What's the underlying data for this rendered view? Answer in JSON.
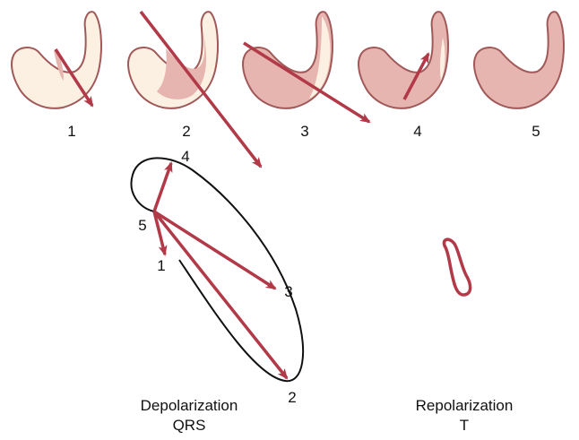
{
  "colors": {
    "arrow": "#b23a48",
    "heart_outline": "#a05858",
    "heart_unexcited": "#fbf0e2",
    "heart_excited": "#e6b5b0",
    "heart_excited_light": "#f0c8c2",
    "loop_stroke": "#111111",
    "t_loop_stroke": "#b23a48",
    "text": "#111111"
  },
  "hearts": [
    {
      "label": "1",
      "state": "early-septal"
    },
    {
      "label": "2",
      "state": "apical"
    },
    {
      "label": "3",
      "state": "left-ventricular"
    },
    {
      "label": "4",
      "state": "basal"
    },
    {
      "label": "5",
      "state": "fully-depolarized"
    }
  ],
  "vector_labels": [
    {
      "label": "1"
    },
    {
      "label": "2"
    },
    {
      "label": "3"
    },
    {
      "label": "4"
    },
    {
      "label": "5"
    }
  ],
  "captions": {
    "depolarization_title": "Depolarization",
    "depolarization_wave": "QRS",
    "repolarization_title": "Repolarization",
    "repolarization_wave": "T"
  }
}
